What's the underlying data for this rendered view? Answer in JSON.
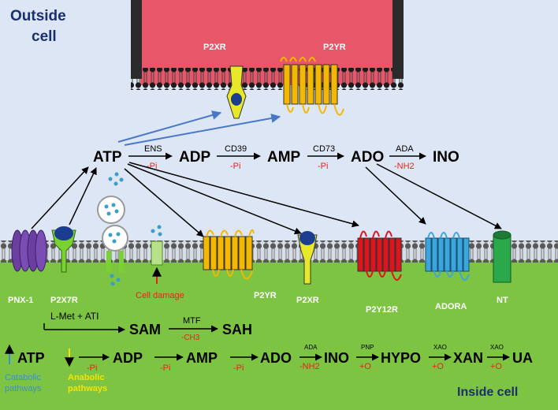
{
  "regions": {
    "outside": "Outside cell",
    "outside_l1": "Outside",
    "outside_l2": "cell",
    "inside": "Inside cell"
  },
  "receptors_top": {
    "p2x": "P2XR",
    "p2y": "P2YR"
  },
  "extracellular": {
    "atp": "ATP",
    "adp": "ADP",
    "amp": "AMP",
    "ado": "ADO",
    "ino": "INO",
    "ens": "ENS",
    "ens_sub": "-Pi",
    "cd39": "CD39",
    "cd39_sub": "-Pi",
    "cd73": "CD73",
    "cd73_sub": "-Pi",
    "ada": "ADA",
    "ada_sub": "-NH2"
  },
  "membrane": {
    "pnx": "PNX-1",
    "p2x7": "P2X7R",
    "cell_damage": "Cell damage",
    "p2yr": "P2YR",
    "p2xr": "P2XR",
    "p2y12": "P2Y12R",
    "adora": "ADORA",
    "nt": "NT"
  },
  "intracellular": {
    "lmet": "L-Met  + ATI",
    "sam": "SAM",
    "mtf": "MTF",
    "mtf_sub": "-CH3",
    "sah": "SAH",
    "atp": "ATP",
    "adp": "ADP",
    "amp": "AMP",
    "ado": "ADO",
    "ino": "INO",
    "hypo": "HYPO",
    "xan": "XAN",
    "ua": "UA",
    "pi1": "-Pi",
    "pi2": "-Pi",
    "pi3": "-Pi",
    "ada": "ADA",
    "nh2": "-NH2",
    "pnp": "PNP",
    "o1": "+O",
    "xao1": "XAO",
    "o2": "+O",
    "xao2": "XAO",
    "o3": "+O",
    "catabolic_1": "Catabolic",
    "catabolic_2": "pathways",
    "anabolic_1": "Anabolic",
    "anabolic_2": "pathways"
  },
  "colors": {
    "outside_bg": "#dde6f5",
    "inside_bg": "#7dc443",
    "top_cell": "#e8566a",
    "p2y_color": "#f5b800",
    "p2x_color": "#e8e82a",
    "p2y12_color": "#e0141e",
    "adora_color": "#3ba6dd",
    "nt_color": "#2aa84a",
    "pnx_color": "#6a3fa0"
  }
}
